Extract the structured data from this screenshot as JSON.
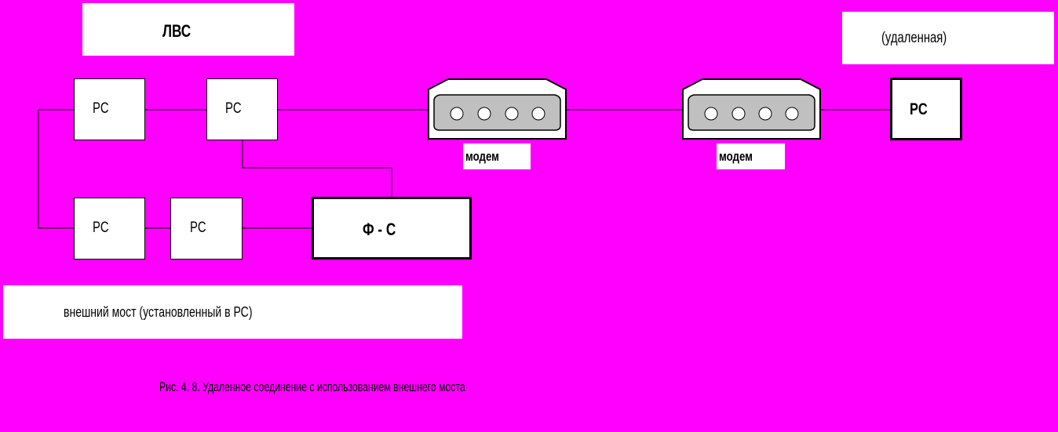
{
  "diagram": {
    "lan_label": "ЛВС",
    "remote_label": "(удаленная)",
    "pc_label": "PC",
    "server_label": "Ф - С",
    "modem_label": "модем",
    "bridge_label": "внешний мост (установленный в РС)",
    "caption": "Рис. 4. 8. Удаленное соединение с использованием внешнего моста"
  },
  "colors": {
    "background": "#FF00FF",
    "box_fill": "#FFFFFF",
    "stroke": "#000000",
    "modem_fill": "#C0C0C0"
  }
}
